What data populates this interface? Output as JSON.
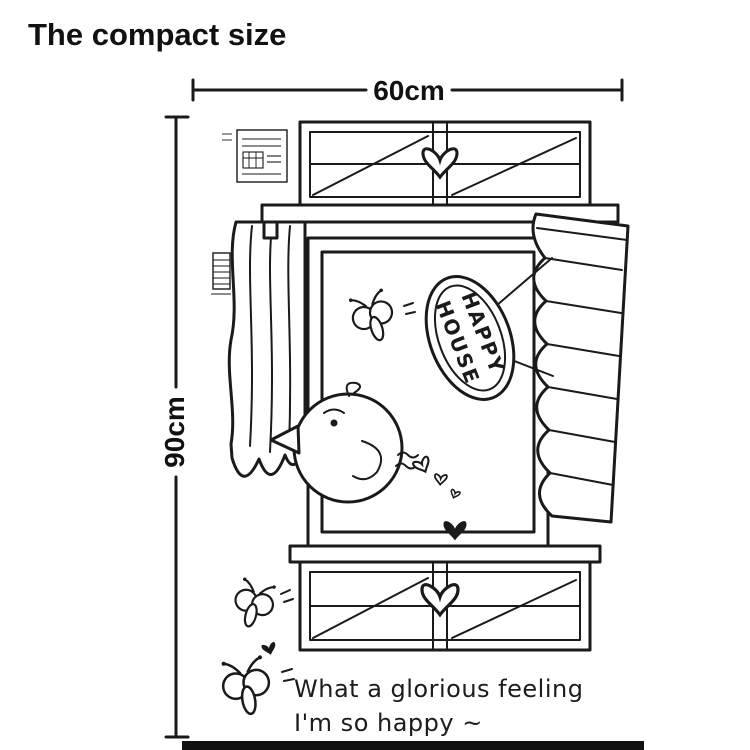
{
  "page": {
    "title": "The compact size"
  },
  "dimension_labels": {
    "width": "60cm",
    "height": "90cm"
  },
  "sticker": {
    "sign": {
      "line1": "HAPPY",
      "line2": "HOUSE"
    },
    "caption": {
      "line1": "What a glorious feeling",
      "line2": "I'm so happy ~"
    }
  },
  "colors": {
    "ink": "#1a1a1a",
    "background": "#ffffff"
  }
}
